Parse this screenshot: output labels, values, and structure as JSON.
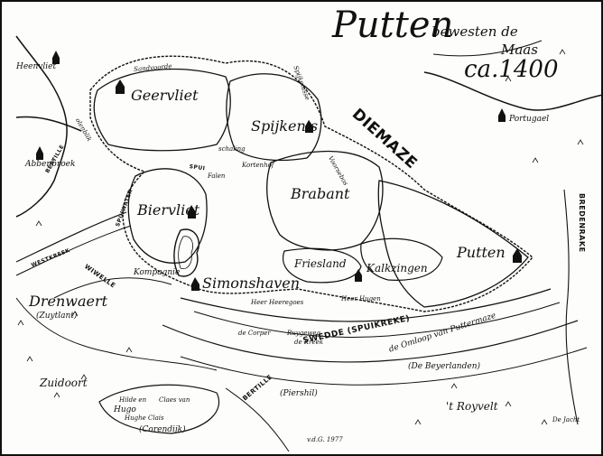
{
  "title": {
    "main": "Putten",
    "sub_line1": "bewesten de",
    "sub_line2": "Maas",
    "date": "ca.1400"
  },
  "labels": {
    "geervliet": "Geervliet",
    "spijkenis": "Spijkenis",
    "biervliet": "Biervliet",
    "brabant": "Brabant",
    "friesland": "Friesland",
    "kalkzingen": "Kalkzingen",
    "putten": "Putten",
    "simonshaven": "Simonshaven",
    "kompagnie": "Kompagnie",
    "portugael": "Portugael",
    "heenvliet": "Heenvliet",
    "abbenbroek": "Abbenbroek",
    "drenwaert": "Drenwaert",
    "zuytlant": "(Zuytlant)",
    "zuidoort": "Zuidoort",
    "beyerlanden": "(De Beyerlanden)",
    "piershil": "(Piershil)",
    "royvelt": "'t Royvelt",
    "corendijk": "(Corendijk)",
    "hugo": "Hugo",
    "jacht": "De Jacht"
  },
  "water_labels": {
    "diemaze": "DIEMAZE",
    "bredenrake": "BREDENRAKE",
    "swedde": "SWEDDE (SPUIKREKE)",
    "omloop": "de Omloop van Puttermaze",
    "bertille": "BERTILLE",
    "wiwelle": "WIWELLE",
    "westkreek": "WESTKREEK",
    "spui": "SPUI",
    "spuiwater": "SPUIWATER",
    "bertilles": "BERTILLE"
  },
  "small_labels": {
    "sandvoort": "Sandvoorde",
    "spijkenisse": "Spijkenisse",
    "voorsebos": "Voorsebos",
    "heer_heeregoes": "Heer Heeregoes",
    "heer_hugen": "Heer Hugen",
    "de_corper": "de Corper",
    "ruygeweg": "Ruygeweg",
    "de_kreek": "de Kreek",
    "hilde": "Hilde en",
    "clasen": "Claes van",
    "hughe": "Hughe Clais",
    "schaling": "schaling",
    "kortenhof": "Kortenhof",
    "olenblik": "olenblik",
    "falen": "Falen",
    "signature": "v.d.G. 1977"
  },
  "colors": {
    "ink": "#111111",
    "paper": "#fdfdfb"
  }
}
